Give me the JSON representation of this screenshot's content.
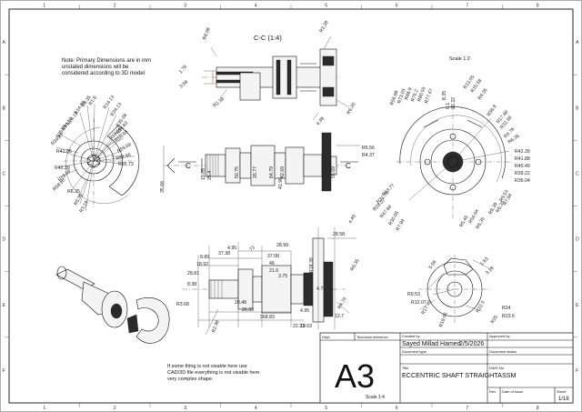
{
  "border": {
    "columns": [
      "1",
      "2",
      "3",
      "4",
      "5",
      "6",
      "7",
      "8"
    ],
    "rows": [
      "A",
      "B",
      "C",
      "D",
      "E",
      "F"
    ]
  },
  "note_top": [
    "Note: Primary Dimensions are in mm",
    "unstated dimensions will be",
    "considered according to 3D model"
  ],
  "note_bottom": [
    "If some thing is not visable here use",
    "CAD/3D file everything is not visable here",
    "very complex shape."
  ],
  "section_title": "C-C (1:4)",
  "scale_detail": "Scale 1:2",
  "scale_main": "Scale 1:4",
  "section_marks": [
    "C",
    "C"
  ],
  "title_block": {
    "dept_label": "Dept.",
    "tech_ref_label": "Technical reference",
    "created_by_label": "Created by",
    "created_by": "Sayed Millad Hamed",
    "date": "2/5/2026",
    "approved_by_label": "Approved by",
    "doc_type_label": "Document type",
    "doc_status_label": "Document status",
    "title_label": "Title",
    "title": "ECCENTRIC SHAFT STRAIGHTASSM",
    "dwg_label": "DWG No.",
    "rev_label": "Rev.",
    "date_issue_label": "Date of issue",
    "sheet_label": "Sheet",
    "sheet": "1/18",
    "size": "A3"
  },
  "dims_section": [
    "R8.68",
    "R2.38",
    "1.78",
    "3.59",
    "R2.38",
    "4.49",
    "R6.35"
  ],
  "dims_left_view": [
    "R8.35",
    "R1.8",
    "R14.86",
    "R14.13",
    "R24.13",
    "R35.08",
    "R34.83",
    "R19.59",
    "R58.65",
    "R59.69",
    "R82.55",
    "R85.73",
    "R41.88",
    "R42.39",
    "R6.35",
    "R6.35",
    "R3.18"
  ],
  "dims_middle": [
    "19.05",
    "25.4",
    "50.75",
    "26.77",
    "84.79",
    "42.69",
    "41.96",
    "55.69",
    "35.66",
    "R5.56",
    "R4.37"
  ],
  "dims_bottom": [
    "4.95",
    "8.89",
    "37.38",
    "72",
    "28.99",
    "37.08",
    "46",
    "18.92",
    "21.6",
    "28.81",
    "3.75",
    "8.38",
    "R3.68",
    "20.48",
    "26.99",
    "368.83",
    "22.23",
    "19.63",
    "R4.76",
    "R2.38",
    "4.95",
    "12.7",
    "4.76",
    "R18.39",
    "R6.35",
    "4.49",
    "28.58"
  ],
  "dims_detail_top": [
    "R88.9",
    "R76.2",
    "R80.55",
    "R77.47",
    "R73.03",
    "R56.88",
    "8.35",
    "8.1",
    "22.32",
    "R13.05",
    "R15.58",
    "R6.35",
    "R58.8",
    "R17.48",
    "R32.38",
    "R4.76",
    "R6.35",
    "R42.39",
    "R41.88",
    "R40.49",
    "R39.22",
    "R36.04",
    "R63.77",
    "R31.75",
    "R28.07",
    "R47.68",
    "R30.08",
    "R7.94",
    "R56.64",
    "R6.35",
    "R5.45",
    "R8.39",
    "R9.53",
    "R7.94",
    "R6.35"
  ],
  "dims_detail_bottom": [
    "1.63",
    "3.18",
    "R9.53",
    "R12.07",
    "R17.78",
    "R19.05",
    "R22.3",
    "R24",
    "R23.6",
    "R25",
    "5.56"
  ]
}
